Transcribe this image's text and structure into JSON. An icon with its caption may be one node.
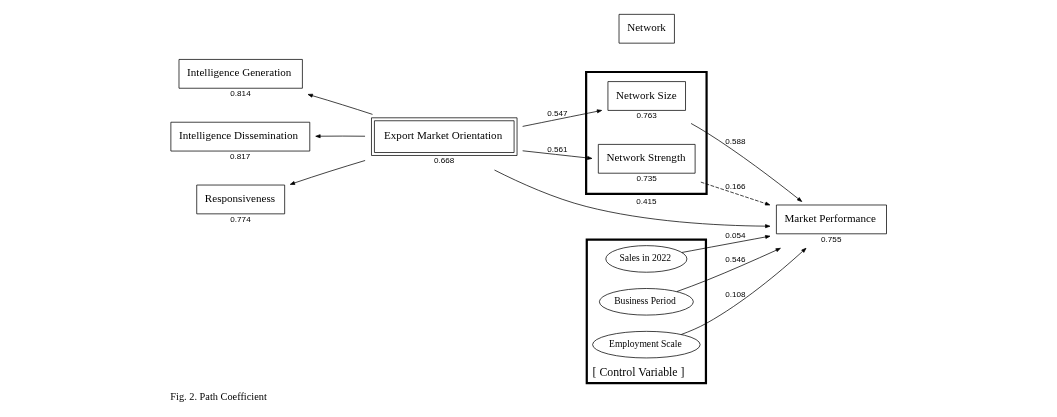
{
  "diagram": {
    "caption": "Fig. 2. Path Coefficient",
    "nodes": [
      {
        "text": [
          "Intelligence Generation"
        ],
        "beside": [
          "0.814"
        ]
      },
      {
        "text": [
          "Intelligence Dissemination"
        ],
        "beside": [
          "0.817"
        ]
      },
      {
        "text": [
          "Responsiveness"
        ],
        "beside": [
          "0.774"
        ]
      },
      {
        "text": [
          "Export Market Orientation"
        ],
        "beside": [
          "0.668"
        ]
      },
      {
        "text": [
          "Network"
        ]
      },
      {
        "text": [],
        "shape": "box"
      },
      {
        "text": [
          "Network Size"
        ],
        "beside": [
          "0.763"
        ],
        "in": 5
      },
      {
        "text": [
          "Network Strength"
        ],
        "beside": [
          "0.735"
        ],
        "in": 5
      },
      {
        "text": [
          "Market Performance"
        ],
        "beside": [
          "0.755"
        ]
      },
      {
        "text": [
          "[ Control Variable ]"
        ]
      },
      {
        "text": [
          "Sales in 2022"
        ],
        "in": 9
      },
      {
        "text": [
          "Business Period"
        ],
        "in": 9
      },
      {
        "text": [
          "Employment Scale"
        ],
        "in": 9
      }
    ],
    "edges": [
      {
        "from": 3,
        "to": 0,
        "arrow": "to"
      },
      {
        "from": 3,
        "to": 1,
        "arrow": "to"
      },
      {
        "from": 3,
        "to": 2,
        "arrow": "to"
      },
      {
        "from": 3,
        "to": 6,
        "arrow": "to",
        "label": "0.547"
      },
      {
        "from": 3,
        "to": 7,
        "arrow": "to",
        "label": "0.561"
      },
      {
        "from": 3,
        "to": 8,
        "arrow": "to",
        "label": "0.415"
      },
      {
        "from": 6,
        "to": 8,
        "arrow": "to",
        "label": "0.588"
      },
      {
        "from": 7,
        "to": 8,
        "arrow": "to",
        "label": "0.166",
        "style": "dashed"
      },
      {
        "from": 10,
        "to": 8,
        "arrow": "to",
        "label": "0.054"
      },
      {
        "from": 11,
        "to": 8,
        "arrow": "to",
        "label": "0.546"
      },
      {
        "from": 12,
        "to": 8,
        "arrow": "to",
        "label": "0.108"
      }
    ]
  }
}
